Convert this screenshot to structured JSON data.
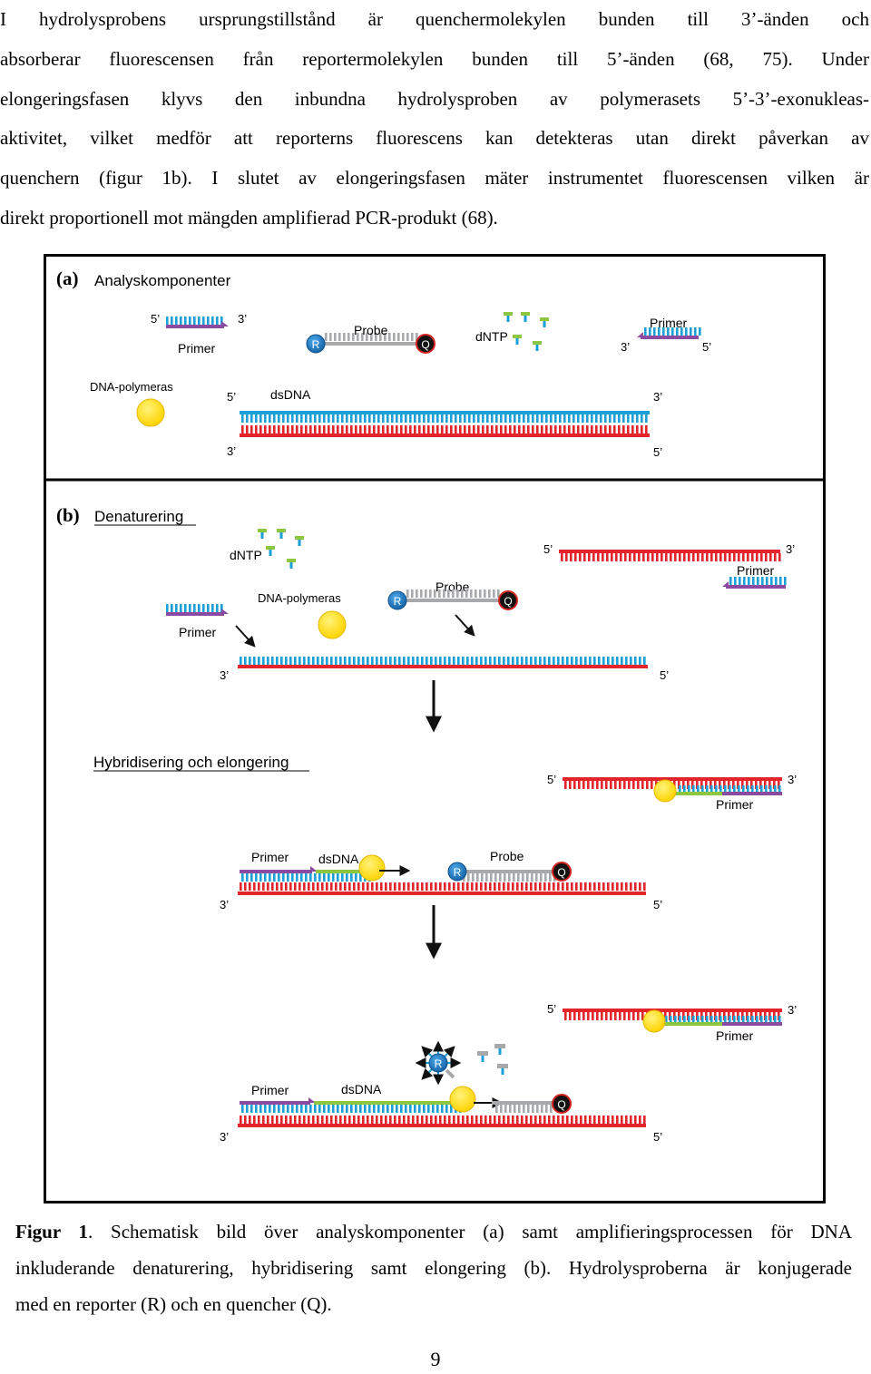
{
  "body_text": {
    "lines": [
      "I hydrolysprobens ursprungstillstånd är quenchermolekylen bunden till 3’-änden och",
      "absorberar fluorescensen från reportermolekylen bunden till 5’-änden (68, 75). Under",
      "elongeringsfasen klyvs den inbundna hydrolysproben av polymerasets 5’-3’-exonukleas-",
      "aktivitet, vilket medför att reporterns fluorescens kan detekteras utan direkt påverkan av",
      "quenchern (figur 1b). I slutet av elongeringsfasen mäter instrumentet fluorescensen vilken är",
      "direkt proportionell mot mängden amplifierad PCR-produkt (68)."
    ]
  },
  "figure": {
    "panel_a": {
      "label": "(a)",
      "heading": "Analyskomponenter",
      "primer_label": "Primer",
      "probe_label": "Probe",
      "dntp_label": "dNTP",
      "polymerase_label": "DNA-polymeras",
      "dsdna_label": "dsDNA",
      "reporter_letter": "R",
      "quencher_letter": "Q",
      "prime5": "5’",
      "prime3": "3’"
    },
    "panel_b": {
      "label": "(b)",
      "heading_denaturation": "Denaturering",
      "heading_hybridization": "Hybridisering och elongering",
      "primer_label": "Primer",
      "probe_label": "Probe",
      "dntp_label": "dNTP",
      "polymerase_label": "DNA-polymeras",
      "dsdna_label": "dsDNA",
      "reporter_letter": "R",
      "quencher_letter": "Q",
      "prime5": "5’",
      "prime3": "3’"
    },
    "colors": {
      "template_strand": "#e3242b",
      "new_strand": "#1a9fd6",
      "primer": "#8a4ba0",
      "elongated": "#8dc63f",
      "probe_body": "#a7a9ac",
      "reporter": "#1f7ac2",
      "quencher": "#d0231f",
      "polymerase": "#ffe000"
    }
  },
  "caption": {
    "label": "Figur 1",
    "line1_rest": ". Schematisk bild över analyskomponenter (a) samt amplifieringsprocessen för DNA",
    "line2": "inkluderande denaturering, hybridisering samt elongering (b). Hydrolysproberna är konjugerade",
    "line3": "med en reporter (R) och en quencher (Q)."
  },
  "page_number": "9"
}
